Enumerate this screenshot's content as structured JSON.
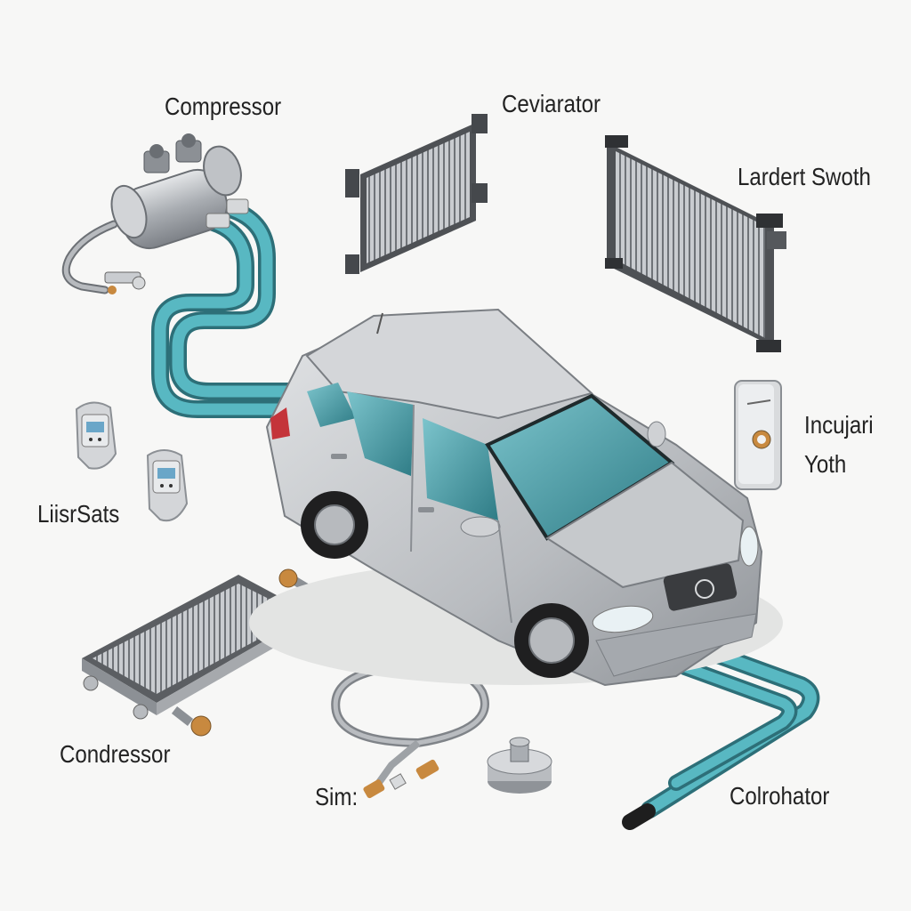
{
  "diagram": {
    "labels": {
      "compressor": "Compressor",
      "ceviarator": "Ceviarator",
      "lardert_swoth": "Lardert Swoth",
      "incujari_yoth": [
        "Incujari",
        "Yoth"
      ],
      "liisrsats": "LiisrSats",
      "condressor": "Condressor",
      "sim": "Sim:",
      "colrohator": "Colrohator"
    },
    "colors": {
      "background": "#f7f7f6",
      "hose": "#4aa9b4",
      "metal": "#a9adb2",
      "car_body": "#c3c6ca",
      "glass": "#3f8f99",
      "brass": "#c8893f"
    }
  }
}
